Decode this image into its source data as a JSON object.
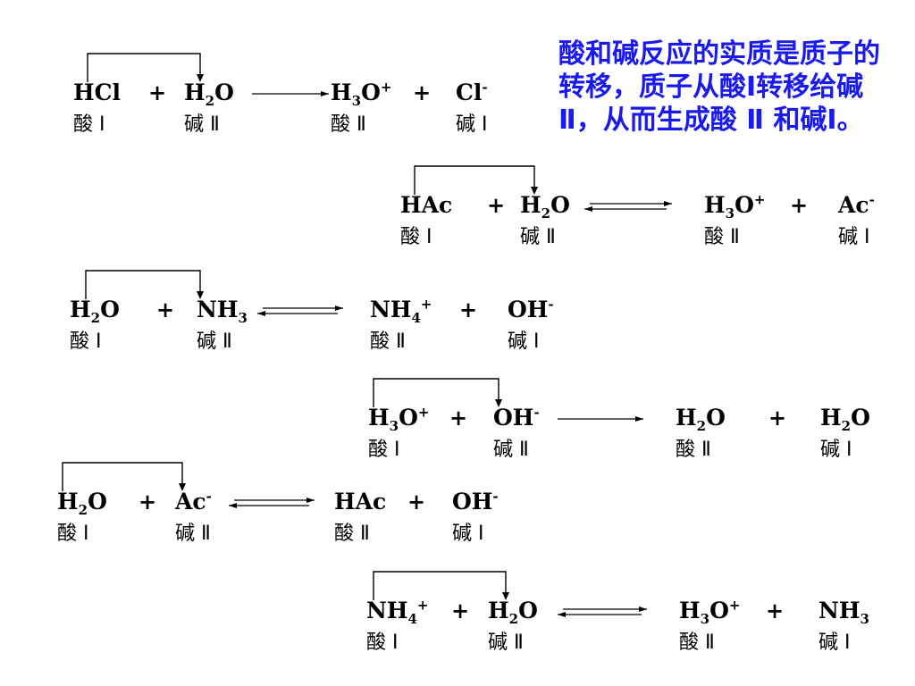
{
  "note": "酸和碱反应的实质是质子的转移，质子从酸Ⅰ转移给碱Ⅱ，从而生成酸 Ⅱ 和碱Ⅰ。",
  "plus": "+",
  "reactions": [
    {
      "arrow": "single",
      "species": [
        {
          "formula": "HCl",
          "role": "酸 Ⅰ"
        },
        {
          "formula": "H<sub>2</sub>O",
          "role": "碱 Ⅱ"
        },
        {
          "formula": "H<sub>3</sub>O<sup>+</sup>",
          "role": "酸 Ⅱ"
        },
        {
          "formula": "Cl<sup>-</sup>",
          "role": "碱 Ⅰ"
        }
      ]
    },
    {
      "arrow": "equilibrium",
      "species": [
        {
          "formula": "HAc",
          "role": "酸 Ⅰ"
        },
        {
          "formula": "H<sub>2</sub>O",
          "role": "碱 Ⅱ"
        },
        {
          "formula": "H<sub>3</sub>O<sup>+</sup>",
          "role": "酸 Ⅱ"
        },
        {
          "formula": "Ac<sup>-</sup>",
          "role": "碱 Ⅰ"
        }
      ]
    },
    {
      "arrow": "equilibrium",
      "species": [
        {
          "formula": "H<sub>2</sub>O",
          "role": "酸 Ⅰ"
        },
        {
          "formula": "NH<sub>3</sub>",
          "role": "碱 Ⅱ"
        },
        {
          "formula": "NH<sub>4</sub><sup>+</sup>",
          "role": "酸 Ⅱ"
        },
        {
          "formula": "OH<sup>-</sup>",
          "role": "碱 Ⅰ"
        }
      ]
    },
    {
      "arrow": "single",
      "species": [
        {
          "formula": "H<sub>3</sub>O<sup>+</sup>",
          "role": "酸 Ⅰ"
        },
        {
          "formula": "OH<sup>-</sup>",
          "role": "碱 Ⅱ"
        },
        {
          "formula": "H<sub>2</sub>O",
          "role": "酸 Ⅱ"
        },
        {
          "formula": "H<sub>2</sub>O",
          "role": "碱 Ⅰ"
        }
      ]
    },
    {
      "arrow": "equilibrium",
      "species": [
        {
          "formula": "H<sub>2</sub>O",
          "role": "酸 Ⅰ"
        },
        {
          "formula": "Ac<sup>-</sup>",
          "role": "碱 Ⅱ"
        },
        {
          "formula": "HAc",
          "role": "酸 Ⅱ"
        },
        {
          "formula": "OH<sup>-</sup>",
          "role": "碱 Ⅰ"
        }
      ]
    },
    {
      "arrow": "equilibrium",
      "species": [
        {
          "formula": "NH<sub>4</sub><sup>+</sup>",
          "role": "酸 Ⅰ"
        },
        {
          "formula": "H<sub>2</sub>O",
          "role": "碱 Ⅱ"
        },
        {
          "formula": "H<sub>3</sub>O<sup>+</sup>",
          "role": "酸 Ⅱ"
        },
        {
          "formula": "NH<sub>3</sub>",
          "role": "碱 Ⅰ"
        }
      ]
    }
  ]
}
